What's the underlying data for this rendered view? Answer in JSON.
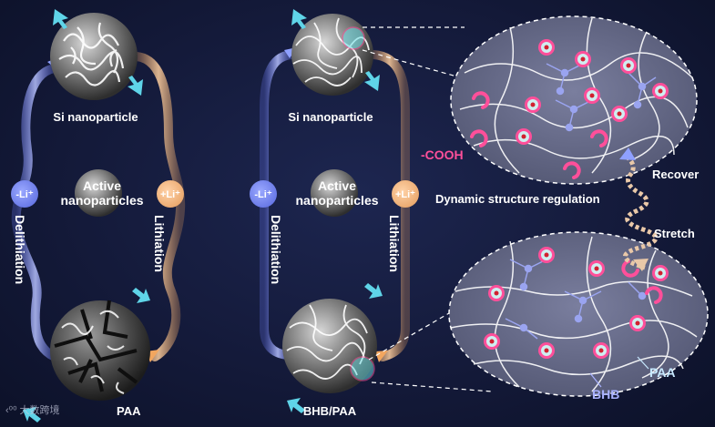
{
  "labels": {
    "si_nanoparticle_left": "Si nanoparticle",
    "si_nanoparticle_mid": "Si nanoparticle",
    "active_left": [
      "Active",
      "nanoparticles"
    ],
    "active_mid": [
      "Active",
      "nanoparticles"
    ],
    "delithiation": "Delithiation",
    "lithiation": "Lithiation",
    "minus_li": "-Li⁺",
    "plus_li": "+Li⁺",
    "paa_left": "PAA",
    "bhb_paa": "BHB/PAA",
    "cooh": "-COOH",
    "dynamic": "Dynamic structure regulation",
    "recover": "Recover",
    "stretch": "Stretch",
    "paa_right": "PAA",
    "bhb_right": "BHB",
    "watermark": "‹⁰⁰ 大数跨境"
  },
  "colors": {
    "background": "#141a3a",
    "delithiation_path": "#8fa0ff",
    "lithiation_path": "#f2a65f",
    "cyan_arrow": "#5fd4e8",
    "carboxyl": "#ff4f9a",
    "bhb_node": "#9aa4f0",
    "ellipse_fill": "#6b6f90"
  }
}
